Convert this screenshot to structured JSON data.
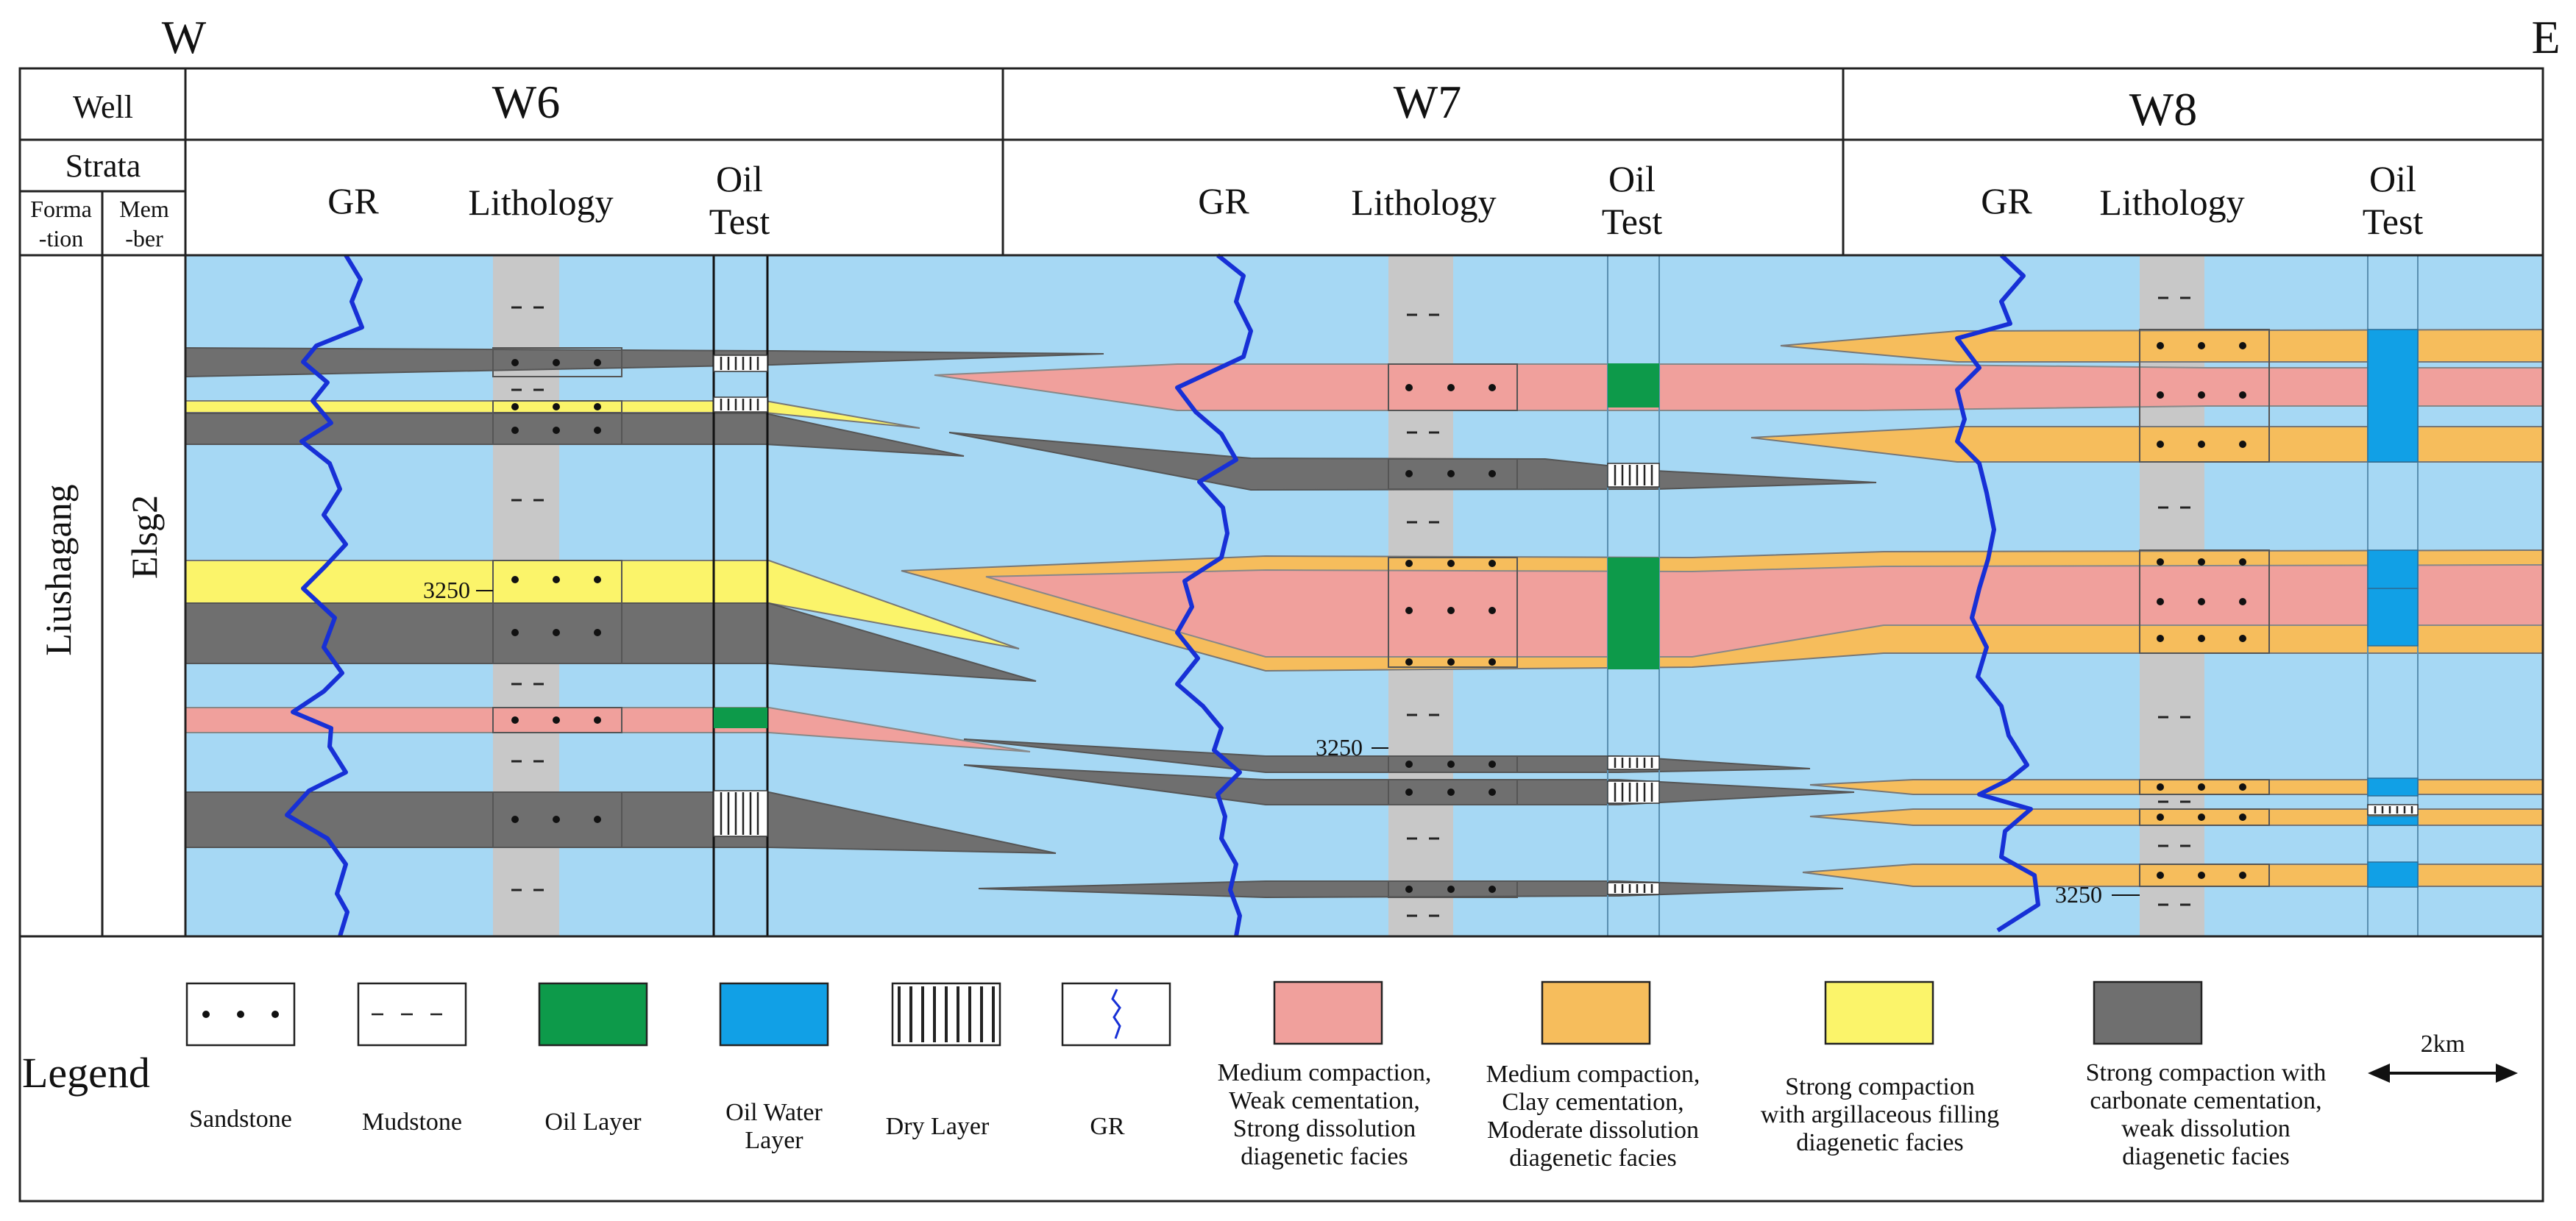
{
  "compass": {
    "west": "W",
    "east": "E"
  },
  "header": {
    "well_label": "Well",
    "strata_label": "Strata",
    "formation_label": [
      "Forma",
      "-tion"
    ],
    "member_label": [
      "Mem",
      "-ber"
    ],
    "formation_value": "Liushagang",
    "member_value": "Elsg2",
    "columns": {
      "gr": "GR",
      "lithology": "Lithology",
      "oil_test": [
        "Oil",
        "Test"
      ]
    }
  },
  "wells": [
    {
      "name": "W6",
      "depth_marker": "3250"
    },
    {
      "name": "W7",
      "depth_marker": "3250"
    },
    {
      "name": "W8",
      "depth_marker": "3250"
    }
  ],
  "legend": {
    "title": "Legend",
    "items": [
      {
        "key": "sandstone",
        "lines": [
          "Sandstone"
        ]
      },
      {
        "key": "mudstone",
        "lines": [
          "Mudstone"
        ]
      },
      {
        "key": "oil-layer",
        "lines": [
          "Oil Layer"
        ]
      },
      {
        "key": "oil-water-layer",
        "lines": [
          "Oil Water",
          "Layer"
        ]
      },
      {
        "key": "dry-layer",
        "lines": [
          "Dry Layer"
        ]
      },
      {
        "key": "gr",
        "lines": [
          "GR"
        ]
      },
      {
        "key": "pink-facies",
        "lines": [
          "Medium compaction,",
          "Weak cementation,",
          "Strong dissolution",
          "diagenetic facies"
        ]
      },
      {
        "key": "orange-facies",
        "lines": [
          "Medium compaction,",
          "Clay cementation,",
          "Moderate dissolution",
          "diagenetic facies"
        ]
      },
      {
        "key": "yellow-facies",
        "lines": [
          "Strong compaction",
          "with argillaceous filling",
          "diagenetic facies"
        ]
      },
      {
        "key": "gray-facies",
        "lines": [
          "Strong compaction with",
          "carbonate cementation,",
          "weak dissolution",
          "diagenetic facies"
        ]
      }
    ],
    "scale_label": "2km"
  },
  "colors": {
    "background_layer": "#a6d8f4",
    "sandstone_column": "#c8c8c8",
    "pink_facies": "#f0a09c",
    "orange_facies": "#f6bd5c",
    "yellow_facies": "#fbf46a",
    "gray_facies": "#6f6f6f",
    "oil_layer": "#0d9a4a",
    "oil_water_layer": "#11a0e6",
    "gr_curve": "#1730d6"
  }
}
